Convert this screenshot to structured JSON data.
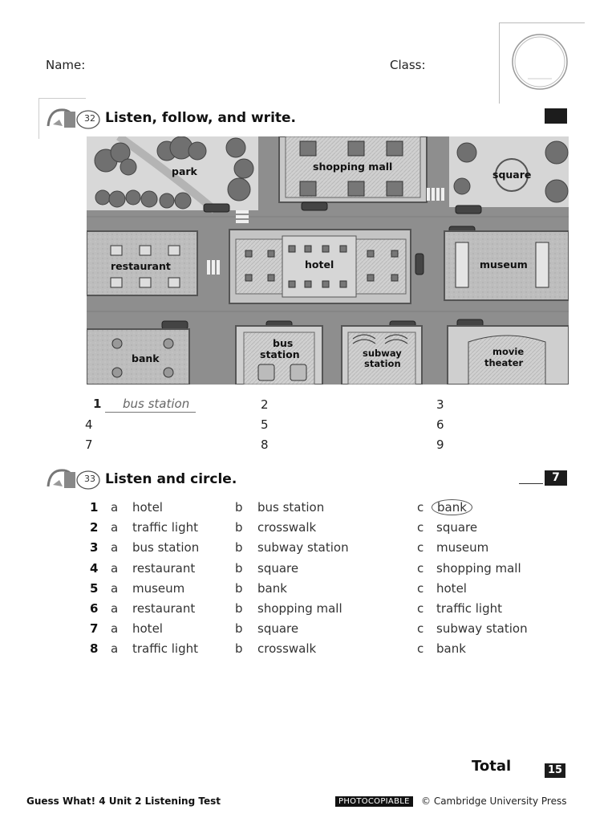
{
  "header": {
    "name_label": "Name:",
    "class_label": "Class:"
  },
  "section1": {
    "track": "32",
    "title": "Listen, follow, and write.",
    "numbers": [
      "1",
      "2",
      "3",
      "4",
      "5",
      "6",
      "7",
      "8",
      "9"
    ],
    "example_answer": "bus station"
  },
  "map": {
    "labels": {
      "park": "park",
      "shopping_mall": "shopping mall",
      "square": "square",
      "restaurant": "restaurant",
      "hotel": "hotel",
      "museum": "museum",
      "bank": "bank",
      "bus_station_1": "bus",
      "bus_station_2": "station",
      "subway_1": "subway",
      "subway_2": "station",
      "movie_1": "movie",
      "movie_2": "theater"
    }
  },
  "section2": {
    "track": "33",
    "title": "Listen and circle.",
    "score": "7",
    "rows": [
      {
        "n": "1",
        "a": "hotel",
        "b": "bus station",
        "c": "bank"
      },
      {
        "n": "2",
        "a": "traffic light",
        "b": "crosswalk",
        "c": "square"
      },
      {
        "n": "3",
        "a": "bus station",
        "b": "subway station",
        "c": "museum"
      },
      {
        "n": "4",
        "a": "restaurant",
        "b": "square",
        "c": "shopping mall"
      },
      {
        "n": "5",
        "a": "museum",
        "b": "bank",
        "c": "hotel"
      },
      {
        "n": "6",
        "a": "restaurant",
        "b": "shopping mall",
        "c": "traffic light"
      },
      {
        "n": "7",
        "a": "hotel",
        "b": "square",
        "c": "subway station"
      },
      {
        "n": "8",
        "a": "traffic light",
        "b": "crosswalk",
        "c": "bank"
      }
    ],
    "letters": {
      "a": "a",
      "b": "b",
      "c": "c"
    }
  },
  "total": {
    "label": "Total",
    "value": "15"
  },
  "footer": {
    "title": "Guess What! 4 Unit 2 Listening Test",
    "photocopiable": "PHOTOCOPIABLE",
    "copyright": "© Cambridge University Press"
  }
}
